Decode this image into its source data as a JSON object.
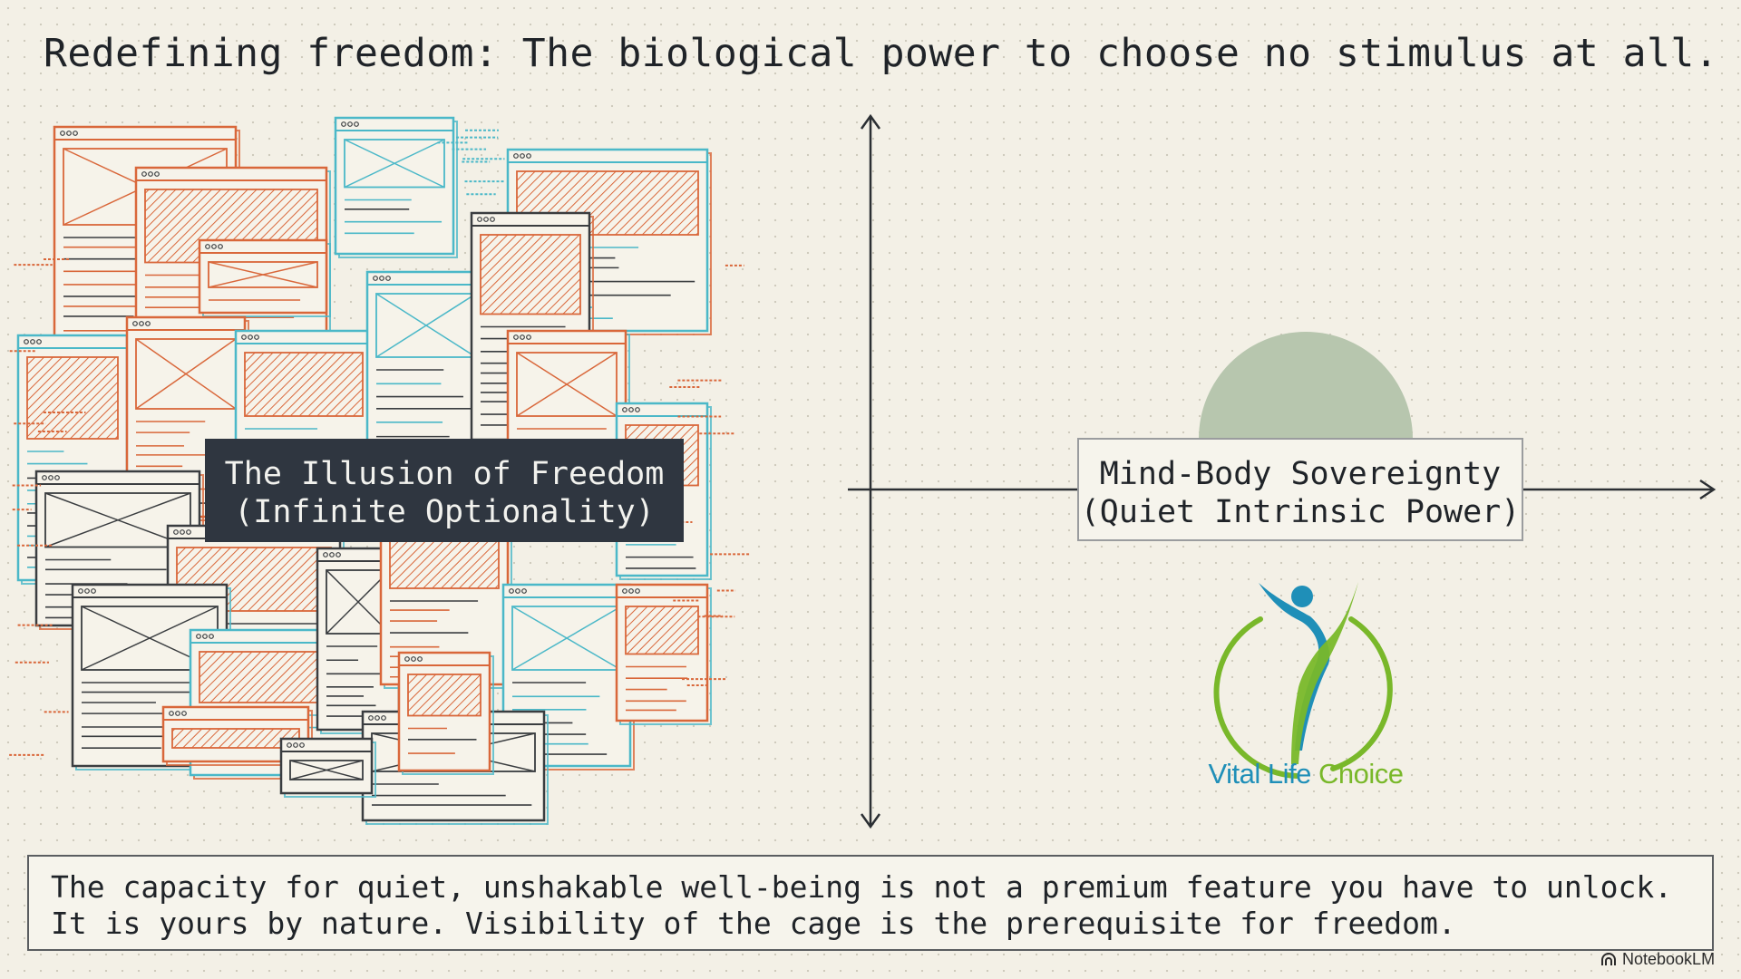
{
  "title": "Redefining freedom: The biological power to choose no stimulus at all.",
  "illusion_label": {
    "line1": "The Illusion of Freedom",
    "line2": "(Infinite Optionality)"
  },
  "sovereignty_label": {
    "line1": "Mind-Body Sovereignty",
    "line2": "(Quiet Intrinsic Power)"
  },
  "logo": {
    "brand_part1": "Vital Life",
    "brand_part2": "Choice",
    "icon": "figure-in-circle-icon",
    "colors": {
      "blue": "#1f8fb8",
      "green": "#79b82a"
    }
  },
  "footer": {
    "line1": "The capacity for quiet, unshakable well-being is not a premium feature you have to unlock.",
    "line2": "It is yours by nature. Visibility of the cage is the prerequisite for freedom."
  },
  "watermark": "NotebookLM",
  "colors": {
    "background": "#f3f0e6",
    "orange": "#d9673a",
    "teal": "#4bb8c8",
    "dark": "#2f3640",
    "sage": "#b7c6ae"
  }
}
